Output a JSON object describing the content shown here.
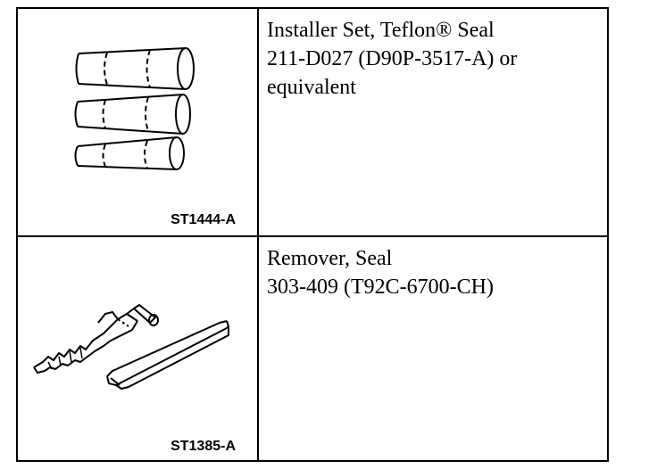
{
  "rows": [
    {
      "name": "Installer Set, Teflon® Seal",
      "part_number": "211-D027 (D90P-3517-A) or",
      "note": "equivalent",
      "figure_code": "ST1444-A",
      "icon": "installer-set-icon"
    },
    {
      "name": "Remover, Seal",
      "part_number": "303-409 (T92C-6700-CH)",
      "note": "",
      "figure_code": "ST1385-A",
      "icon": "seal-remover-icon"
    }
  ]
}
